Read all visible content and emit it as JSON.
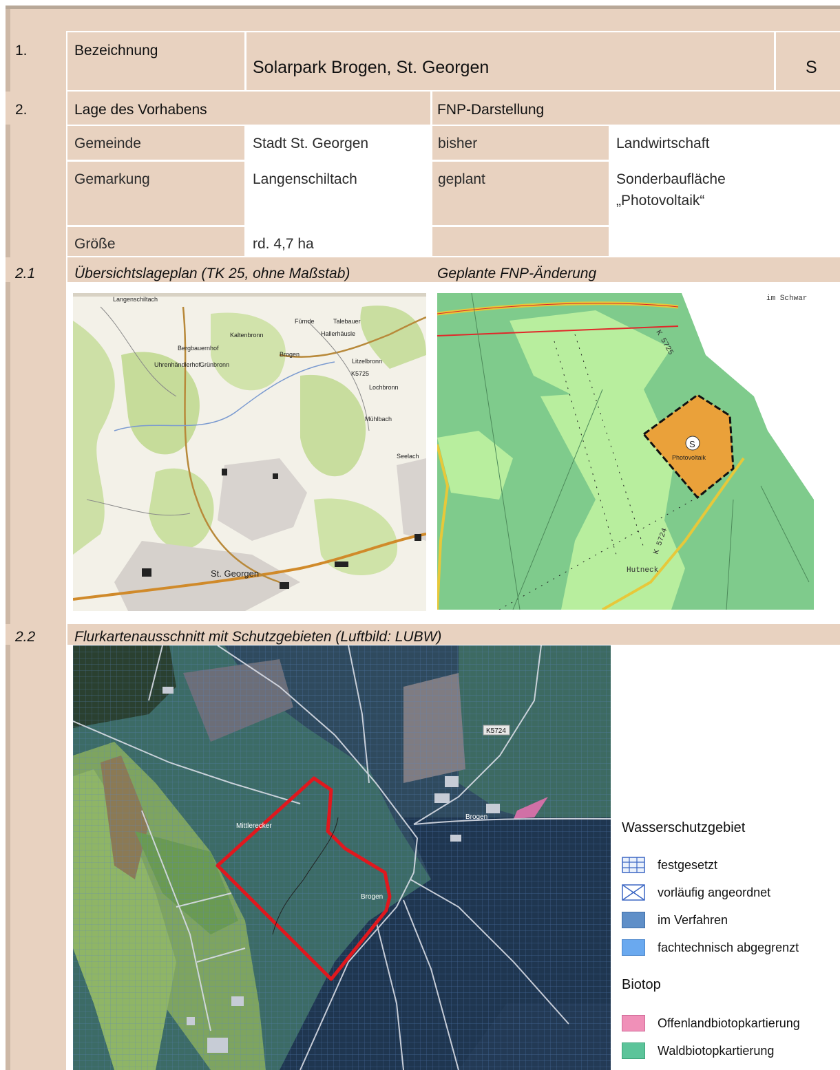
{
  "row1": {
    "num": "1.",
    "label": "Bezeichnung",
    "title": "Solarpark Brogen, St. Georgen",
    "code": "S"
  },
  "row2": {
    "num": "2.",
    "left_heading": "Lage des Vorhabens",
    "right_heading": "FNP-Darstellung"
  },
  "lage": [
    {
      "key": "Gemeinde",
      "value": "Stadt St. Georgen"
    },
    {
      "key": "Gemarkung",
      "value": "Langenschiltach"
    },
    {
      "key": "Größe",
      "value": "rd. 4,7 ha"
    }
  ],
  "fnp": [
    {
      "key": "bisher",
      "value": "Landwirtschaft"
    },
    {
      "key": "geplant",
      "value_line1": "Sonderbaufläche",
      "value_line2": "„Photovoltaik“"
    }
  ],
  "sec21": {
    "num": "2.1",
    "left": "Übersichtslageplan (TK 25, ohne Maßstab)",
    "right": "Geplante FNP-Änderung"
  },
  "topo": {
    "labels": [
      "Langenschiltach",
      "Fürnde",
      "Talebauer",
      "Hallerhäusle",
      "Kaltenbronn",
      "Bergbauernhof",
      "Brogen",
      "Litzelbronn",
      "K5725",
      "Uhrenhändlerhof",
      "Grünbronn",
      "Lochbronn",
      "Mühlbach",
      "Seelach",
      "St. Georgen"
    ]
  },
  "fnp_map": {
    "labels": [
      "im Schwar",
      "K 5725",
      "K 5724",
      "Hutneck",
      "Photovoltaik",
      "S"
    ]
  },
  "sec22": {
    "num": "2.2",
    "title": "Flurkartenausschnitt mit Schutzgebieten (Luftbild: LUBW)"
  },
  "aerial": {
    "labels": [
      "K5724",
      "Brogen",
      "Mittlerecker",
      "Brogen"
    ]
  },
  "legend": {
    "heading1": "Wasserschutzgebiet",
    "items1": [
      "festgesetzt",
      "vorläufig angeordnet",
      "im Verfahren",
      "fachtechnisch abgegrenzt"
    ],
    "heading2": "Biotop",
    "items2": [
      "Offenlandbiotopkartierung",
      "Waldbiotopkartierung"
    ],
    "colors": {
      "fest": "#3b66c4",
      "verfahren": "#5f8fc8",
      "fach": "#6aa9ef",
      "offen": "#f090b8",
      "wald": "#5cc49a"
    }
  }
}
